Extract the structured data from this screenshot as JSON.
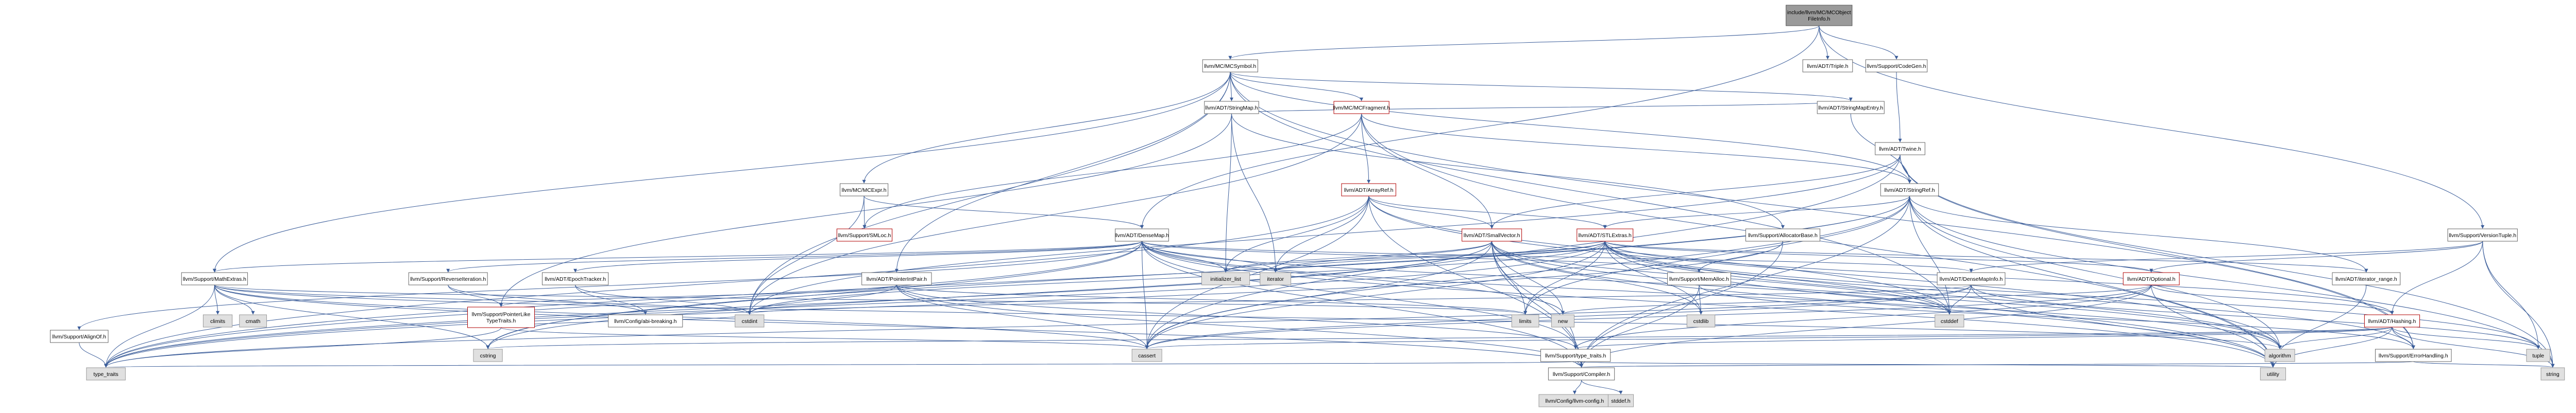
{
  "colors": {
    "root_fill": "#9a9a9a",
    "root_border": "#555555",
    "normal_fill": "#ffffff",
    "normal_border": "#666666",
    "truncated_fill": "#ffffff",
    "truncated_border": "#b00000",
    "truncated_text": "#b00000",
    "system_fill": "#e0e0e0",
    "system_border": "#999999",
    "edge": "#3a5c99"
  },
  "nodes": [
    {
      "id": "root",
      "label": "include/llvm/MC/MCObject\nFileInfo.h",
      "kind": "root"
    },
    {
      "id": "mcsymbol",
      "label": "llvm/MC/MCSymbol.h",
      "kind": "normal"
    },
    {
      "id": "triple",
      "label": "llvm/ADT/Triple.h",
      "kind": "normal"
    },
    {
      "id": "codegen",
      "label": "llvm/Support/CodeGen.h",
      "kind": "normal"
    },
    {
      "id": "stringmap",
      "label": "llvm/ADT/StringMap.h",
      "kind": "normal"
    },
    {
      "id": "mcfragment",
      "label": "llvm/MC/MCFragment.h",
      "kind": "truncated"
    },
    {
      "id": "stringmapentry",
      "label": "llvm/ADT/StringMapEntry.h",
      "kind": "normal"
    },
    {
      "id": "twine",
      "label": "llvm/ADT/Twine.h",
      "kind": "normal"
    },
    {
      "id": "mcexpr",
      "label": "llvm/MC/MCExpr.h",
      "kind": "normal"
    },
    {
      "id": "arrayref",
      "label": "llvm/ADT/ArrayRef.h",
      "kind": "truncated"
    },
    {
      "id": "stringref",
      "label": "llvm/ADT/StringRef.h",
      "kind": "normal"
    },
    {
      "id": "smloc",
      "label": "llvm/Support/SMLoc.h",
      "kind": "truncated"
    },
    {
      "id": "densemap",
      "label": "llvm/ADT/DenseMap.h",
      "kind": "normal"
    },
    {
      "id": "smallvector",
      "label": "llvm/ADT/SmallVector.h",
      "kind": "truncated"
    },
    {
      "id": "stlextras",
      "label": "llvm/ADT/STLExtras.h",
      "kind": "truncated"
    },
    {
      "id": "allocatorbase",
      "label": "llvm/Support/AllocatorBase.h",
      "kind": "normal"
    },
    {
      "id": "versiontuple",
      "label": "llvm/Support/VersionTuple.h",
      "kind": "normal"
    },
    {
      "id": "mathextras",
      "label": "llvm/Support/MathExtras.h",
      "kind": "normal"
    },
    {
      "id": "reverseiteration",
      "label": "llvm/Support/ReverseIteration.h",
      "kind": "normal"
    },
    {
      "id": "epochtracker",
      "label": "llvm/ADT/EpochTracker.h",
      "kind": "normal"
    },
    {
      "id": "pointerintpair",
      "label": "llvm/ADT/PointerIntPair.h",
      "kind": "normal"
    },
    {
      "id": "initializer_list",
      "label": "initializer_list",
      "kind": "system"
    },
    {
      "id": "iterator",
      "label": "iterator",
      "kind": "system"
    },
    {
      "id": "memalloc",
      "label": "llvm/Support/MemAlloc.h",
      "kind": "normal"
    },
    {
      "id": "densemapinfo",
      "label": "llvm/ADT/DenseMapInfo.h",
      "kind": "normal"
    },
    {
      "id": "optional",
      "label": "llvm/ADT/Optional.h",
      "kind": "truncated"
    },
    {
      "id": "iterator_range",
      "label": "llvm/ADT/iterator_range.h",
      "kind": "normal"
    },
    {
      "id": "alignof",
      "label": "llvm/Support/AlignOf.h",
      "kind": "normal"
    },
    {
      "id": "climits",
      "label": "climits",
      "kind": "system"
    },
    {
      "id": "cmath",
      "label": "cmath",
      "kind": "system"
    },
    {
      "id": "pointerliketypetraits",
      "label": "llvm/Support/PointerLike\nTypeTraits.h",
      "kind": "truncated"
    },
    {
      "id": "abibreaking",
      "label": "llvm/Config/abi-breaking.h",
      "kind": "normal"
    },
    {
      "id": "cstdint",
      "label": "cstdint",
      "kind": "system"
    },
    {
      "id": "limits",
      "label": "limits",
      "kind": "system"
    },
    {
      "id": "new",
      "label": "new",
      "kind": "system"
    },
    {
      "id": "cstdlib",
      "label": "cstdlib",
      "kind": "system"
    },
    {
      "id": "cstddef",
      "label": "cstddef",
      "kind": "system"
    },
    {
      "id": "hashing",
      "label": "llvm/ADT/Hashing.h",
      "kind": "truncated"
    },
    {
      "id": "cstring",
      "label": "cstring",
      "kind": "system"
    },
    {
      "id": "cassert",
      "label": "cassert",
      "kind": "system"
    },
    {
      "id": "type_traits_h",
      "label": "llvm/Support/type_traits.h",
      "kind": "normal"
    },
    {
      "id": "algorithm",
      "label": "algorithm",
      "kind": "system"
    },
    {
      "id": "errorhandling",
      "label": "llvm/Support/ErrorHandling.h",
      "kind": "normal"
    },
    {
      "id": "tuple",
      "label": "tuple",
      "kind": "system"
    },
    {
      "id": "type_traits",
      "label": "type_traits",
      "kind": "system"
    },
    {
      "id": "compiler",
      "label": "llvm/Support/Compiler.h",
      "kind": "normal"
    },
    {
      "id": "utility",
      "label": "utility",
      "kind": "system"
    },
    {
      "id": "string",
      "label": "string",
      "kind": "system"
    },
    {
      "id": "llvmconfig",
      "label": "llvm/Config/llvm-config.h",
      "kind": "system"
    },
    {
      "id": "stddef",
      "label": "stddef.h",
      "kind": "system"
    }
  ],
  "edges": [
    [
      "root",
      "mcsymbol"
    ],
    [
      "root",
      "triple"
    ],
    [
      "root",
      "codegen"
    ],
    [
      "root",
      "versiontuple"
    ],
    [
      "root",
      "densemap"
    ],
    [
      "codegen",
      "twine"
    ],
    [
      "mcsymbol",
      "stringmap"
    ],
    [
      "mcsymbol",
      "mcfragment"
    ],
    [
      "mcsymbol",
      "mcexpr"
    ],
    [
      "mcsymbol",
      "stringref"
    ],
    [
      "mcsymbol",
      "mathextras"
    ],
    [
      "mcsymbol",
      "pointerintpair"
    ],
    [
      "mcsymbol",
      "stringmapentry"
    ],
    [
      "mcsymbol",
      "errorhandling"
    ],
    [
      "mcsymbol",
      "cstddef"
    ],
    [
      "mcsymbol",
      "cstdint"
    ],
    [
      "stringmap",
      "stringmapentry"
    ],
    [
      "stringmap",
      "allocatorbase"
    ],
    [
      "stringmap",
      "pointerliketypetraits"
    ],
    [
      "stringmap",
      "initializer_list"
    ],
    [
      "stringmap",
      "iterator"
    ],
    [
      "stringmapentry",
      "stringref"
    ],
    [
      "mcfragment",
      "arrayref"
    ],
    [
      "mcfragment",
      "smallvector"
    ],
    [
      "mcfragment",
      "stringref"
    ],
    [
      "mcfragment",
      "smloc"
    ],
    [
      "mcfragment",
      "cstdint"
    ],
    [
      "mcfragment",
      "utility"
    ],
    [
      "twine",
      "smallvector"
    ],
    [
      "twine",
      "stringref"
    ],
    [
      "twine",
      "errorhandling"
    ],
    [
      "twine",
      "cassert"
    ],
    [
      "twine",
      "cstdint"
    ],
    [
      "twine",
      "string"
    ],
    [
      "mcexpr",
      "smloc"
    ],
    [
      "mcexpr",
      "densemap"
    ],
    [
      "mcexpr",
      "cstdint"
    ],
    [
      "arrayref",
      "stlextras"
    ],
    [
      "arrayref",
      "smallvector"
    ],
    [
      "arrayref",
      "compiler"
    ],
    [
      "arrayref",
      "algorithm"
    ],
    [
      "arrayref",
      "array"
    ],
    [
      "arrayref",
      "cassert"
    ],
    [
      "arrayref",
      "cstddef"
    ],
    [
      "arrayref",
      "initializer_list"
    ],
    [
      "arrayref",
      "iterator"
    ],
    [
      "arrayref",
      "memory"
    ],
    [
      "arrayref",
      "type_traits"
    ],
    [
      "arrayref",
      "vector"
    ],
    [
      "stringref",
      "stlextras"
    ],
    [
      "stringref",
      "iterator_range"
    ],
    [
      "stringref",
      "compiler"
    ],
    [
      "stringref",
      "algorithm"
    ],
    [
      "stringref",
      "cassert"
    ],
    [
      "stringref",
      "cstddef"
    ],
    [
      "stringref",
      "cstring"
    ],
    [
      "stringref",
      "limits"
    ],
    [
      "stringref",
      "string"
    ],
    [
      "stringref",
      "type_traits"
    ],
    [
      "stringref",
      "utility"
    ],
    [
      "densemap",
      "epochtracker"
    ],
    [
      "densemap",
      "densemapinfo"
    ],
    [
      "densemap",
      "reverseiteration"
    ],
    [
      "densemap",
      "mathextras"
    ],
    [
      "densemap",
      "memalloc"
    ],
    [
      "densemap",
      "alignof"
    ],
    [
      "densemap",
      "compiler"
    ],
    [
      "densemap",
      "type_traits_h"
    ],
    [
      "densemap",
      "algorithm"
    ],
    [
      "densemap",
      "cassert"
    ],
    [
      "densemap",
      "cstddef"
    ],
    [
      "densemap",
      "cstring"
    ],
    [
      "densemap",
      "initializer_list"
    ],
    [
      "densemap",
      "iterator"
    ],
    [
      "densemap",
      "new"
    ],
    [
      "densemap",
      "type_traits"
    ],
    [
      "densemap",
      "utility"
    ],
    [
      "smallvector",
      "compiler"
    ],
    [
      "smallvector",
      "type_traits_h"
    ],
    [
      "smallvector",
      "algorithm"
    ],
    [
      "smallvector",
      "cassert"
    ],
    [
      "smallvector",
      "cstddef"
    ],
    [
      "smallvector",
      "cstdlib"
    ],
    [
      "smallvector",
      "cstring"
    ],
    [
      "smallvector",
      "functional"
    ],
    [
      "smallvector",
      "initializer_list"
    ],
    [
      "smallvector",
      "iterator"
    ],
    [
      "smallvector",
      "limits"
    ],
    [
      "smallvector",
      "memory"
    ],
    [
      "smallvector",
      "new"
    ],
    [
      "smallvector",
      "type_traits"
    ],
    [
      "smallvector",
      "utility"
    ],
    [
      "stlextras",
      "hashing"
    ],
    [
      "stlextras",
      "optional"
    ],
    [
      "stlextras",
      "iterator_range"
    ],
    [
      "stlextras",
      "errorhandling"
    ],
    [
      "stlextras",
      "algorithm"
    ],
    [
      "stlextras",
      "cassert"
    ],
    [
      "stlextras",
      "cstddef"
    ],
    [
      "stlextras",
      "cstdint"
    ],
    [
      "stlextras",
      "cstdlib"
    ],
    [
      "stlextras",
      "initializer_list"
    ],
    [
      "stlextras",
      "iterator"
    ],
    [
      "stlextras",
      "limits"
    ],
    [
      "stlextras",
      "tuple"
    ],
    [
      "stlextras",
      "type_traits"
    ],
    [
      "stlextras",
      "utility"
    ],
    [
      "allocatorbase",
      "compiler"
    ],
    [
      "allocatorbase",
      "memalloc"
    ],
    [
      "allocatorbase",
      "type_traits"
    ],
    [
      "versiontuple",
      "densemapinfo"
    ],
    [
      "versiontuple",
      "hashing"
    ],
    [
      "versiontuple",
      "optional"
    ],
    [
      "versiontuple",
      "string"
    ],
    [
      "versiontuple",
      "tuple"
    ],
    [
      "mathextras",
      "compiler"
    ],
    [
      "mathextras",
      "algorithm"
    ],
    [
      "mathextras",
      "cassert"
    ],
    [
      "mathextras",
      "climits"
    ],
    [
      "mathextras",
      "cmath"
    ],
    [
      "mathextras",
      "cstdint"
    ],
    [
      "mathextras",
      "cstring"
    ],
    [
      "mathextras",
      "limits"
    ],
    [
      "mathextras",
      "type_traits"
    ],
    [
      "reverseiteration",
      "abibreaking"
    ],
    [
      "reverseiteration",
      "pointerliketypetraits"
    ],
    [
      "epochtracker",
      "abibreaking"
    ],
    [
      "epochtracker",
      "cstdint"
    ],
    [
      "pointerintpair",
      "compiler"
    ],
    [
      "pointerintpair",
      "pointerliketypetraits"
    ],
    [
      "pointerintpair",
      "type_traits_h"
    ],
    [
      "pointerintpair",
      "cassert"
    ],
    [
      "pointerintpair",
      "cstdint"
    ],
    [
      "pointerintpair",
      "limits"
    ],
    [
      "memalloc",
      "compiler"
    ],
    [
      "memalloc",
      "errorhandling"
    ],
    [
      "memalloc",
      "cstdlib"
    ],
    [
      "densemapinfo",
      "cassert"
    ],
    [
      "densemapinfo",
      "cstddef"
    ],
    [
      "densemapinfo",
      "cstdint"
    ],
    [
      "densemapinfo",
      "tuple"
    ],
    [
      "densemapinfo",
      "type_traits"
    ],
    [
      "densemapinfo",
      "utility"
    ],
    [
      "optional",
      "hashing"
    ],
    [
      "optional",
      "compiler"
    ],
    [
      "optional",
      "type_traits_h"
    ],
    [
      "optional",
      "cassert"
    ],
    [
      "optional",
      "new"
    ],
    [
      "optional",
      "utility"
    ],
    [
      "iterator_range",
      "utility"
    ],
    [
      "alignof",
      "type_traits"
    ],
    [
      "pointerliketypetraits",
      "cassert"
    ],
    [
      "pointerliketypetraits",
      "cstdint"
    ],
    [
      "pointerliketypetraits",
      "type_traits"
    ],
    [
      "hashing",
      "errorhandling"
    ],
    [
      "hashing",
      "type_traits_h"
    ],
    [
      "hashing",
      "algorithm"
    ],
    [
      "hashing",
      "cassert"
    ],
    [
      "hashing",
      "cstring"
    ],
    [
      "hashing",
      "string"
    ],
    [
      "hashing",
      "tuple"
    ],
    [
      "hashing",
      "utility"
    ],
    [
      "type_traits_h",
      "compiler"
    ],
    [
      "type_traits_h",
      "type_traits"
    ],
    [
      "type_traits_h",
      "utility"
    ],
    [
      "errorhandling",
      "compiler"
    ],
    [
      "errorhandling",
      "string"
    ],
    [
      "compiler",
      "llvmconfig"
    ],
    [
      "compiler",
      "stddef"
    ]
  ]
}
